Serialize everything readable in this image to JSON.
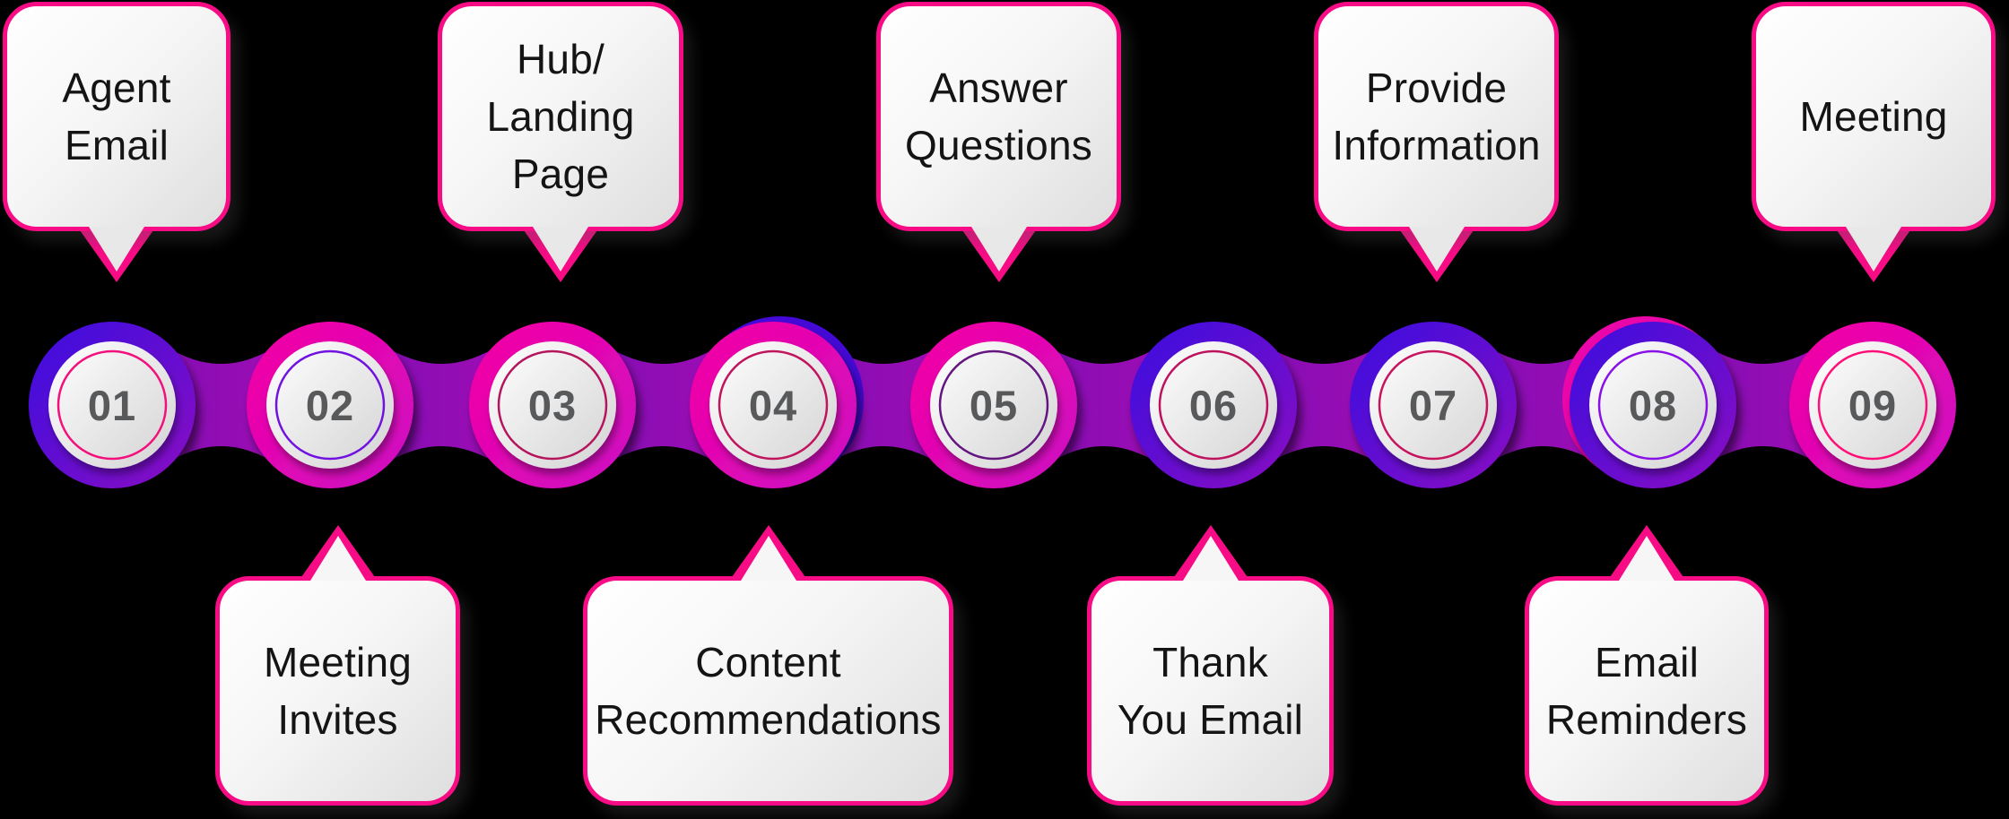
{
  "timeline": {
    "title_hint": "9-step process chain with alternating speech-bubble callouts",
    "colors": {
      "background": "#000000",
      "bubble_border": "#F70C86",
      "bubble_fill_start": "#FFFFFF",
      "bubble_fill_end": "#DEDEDE",
      "bubble_text": "#141414",
      "number": "#58595B",
      "ring_blue_start": "#3A0AE0",
      "ring_blue_end": "#8A09C2",
      "ring_pink_start": "#F502A2",
      "ring_pink_end": "#CC0BC4",
      "connector_start": "#7A0EB4",
      "connector_end": "#A80CB4"
    },
    "nodes": [
      {
        "number": "01",
        "label": "Agent\nEmail",
        "bubble": "top",
        "ring": "blue",
        "inner_ring": "#F2107C"
      },
      {
        "number": "02",
        "label": "Meeting\nInvites",
        "bubble": "bottom",
        "ring": "pink",
        "inner_ring": "#7012E0"
      },
      {
        "number": "03",
        "label": "Hub/\nLanding\nPage",
        "bubble": "top",
        "ring": "pink",
        "inner_ring": "#B5155D"
      },
      {
        "number": "04",
        "label": "Content\nRecommendations",
        "bubble": "bottom",
        "ring": "pink",
        "inner_ring": "#C0145C"
      },
      {
        "number": "05",
        "label": "Answer\nQuestions",
        "bubble": "top",
        "ring": "pink",
        "inner_ring": "#641580"
      },
      {
        "number": "06",
        "label": "Thank\nYou Email",
        "bubble": "bottom",
        "ring": "blue",
        "inner_ring": "#BE125F"
      },
      {
        "number": "07",
        "label": "Provide\nInformation",
        "bubble": "top",
        "ring": "blue",
        "inner_ring": "#C8135F"
      },
      {
        "number": "08",
        "label": "Email\nReminders",
        "bubble": "bottom",
        "ring": "blue",
        "inner_ring": "#8A10E8"
      },
      {
        "number": "09",
        "label": "Meeting",
        "bubble": "top",
        "ring": "pink",
        "inner_ring": "#FF1078"
      }
    ]
  }
}
